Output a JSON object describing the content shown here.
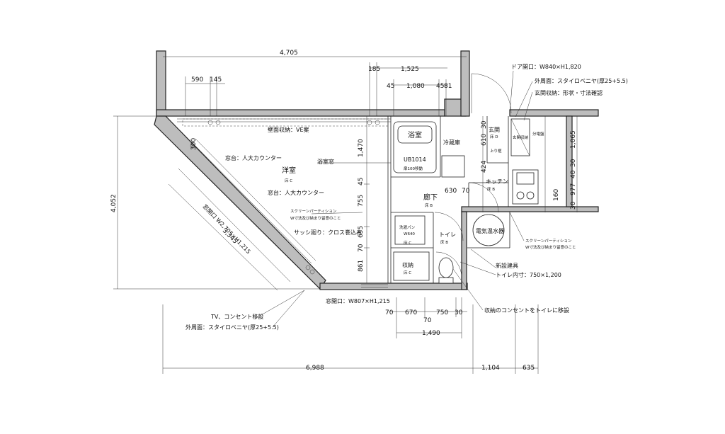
{
  "dimensions": {
    "top_total": "4,705",
    "top_590": "590",
    "top_145": "145",
    "top_185": "185",
    "top_1525": "1,525",
    "top_45a": "45",
    "top_1080": "1,080",
    "top_45b": "45",
    "top_81": "81",
    "left_total": "4,052",
    "bottom_total": "6,988",
    "bottom_1104": "1,104",
    "bottom_635": "635",
    "bottom_70a": "70",
    "bottom_670": "670",
    "bottom_750": "750",
    "bottom_30": "30",
    "bottom_70b": "70",
    "bottom_1490": "1,490",
    "v_1470": "1,470",
    "v_45": "45",
    "v_755": "755",
    "v_655": "655",
    "v_70": "70",
    "v_861": "861",
    "v_300": "300",
    "v_630": "630",
    "v_70b": "70",
    "v_610": "610",
    "v_30a": "30",
    "v_424": "424",
    "v_1065": "1,065",
    "v_30b": "30",
    "v_40": "40",
    "v_977": "977",
    "v_30c": "30",
    "v_160": "160",
    "diag_3345": "3,345",
    "window_diag": "窓開口 W2,705×H1,215"
  },
  "labels": {
    "door_opening": "ドア開口：W840×H1,820",
    "exterior_wall_top": "外周面：スタイロベニヤ(厚25+5.5)",
    "entrance_storage": "玄関収納：形状・寸法確認",
    "wall_storage": "壁面収納：VE案",
    "window_counter_1": "窓台：人大カウンター",
    "window_counter_2": "窓台：人大カウンター",
    "bath_window": "浴室窓",
    "screen_partition_1": "スクリーンパーティション",
    "screen_partition_1b": "W寸法及び納まり留意のこと",
    "sash_cloth": "サッシ廻り：クロス巻込み",
    "screen_partition_2": "スクリーンパーティション",
    "screen_partition_2b": "W寸法及び納まり留意のこと",
    "new_fixture": "新設建具",
    "toilet_inner": "トイレ内寸：750×1,200",
    "window_opening_bottom": "窓開口：W807×H1,215",
    "storage_outlet": "収納のコンセントをトイレに移設",
    "tv_outlet": "TV、コンセント移設",
    "exterior_wall_bottom": "外周面：スタイロベニヤ(厚25+5.5)",
    "ub": "UB1014",
    "ub_note": "扉100移動",
    "washer_pan": "洗濯パン",
    "washer_w": "W640",
    "water_heater": "電気温水器",
    "ac_unit": "分電盤",
    "upper_frame": "上り框"
  },
  "rooms": {
    "western": "洋室",
    "bath": "浴室",
    "fridge": "冷蔵庫",
    "entrance": "玄関",
    "kitchen": "キッチン",
    "hallway": "廊下",
    "toilet": "トイレ",
    "storage": "収納",
    "entrance_storage": "玄関収納"
  },
  "tags": {
    "western": "床 C",
    "hallway": "床 B",
    "kitchen": "床 B",
    "toilet": "床 B",
    "storage": "床 C",
    "washer": "床 C",
    "entrance": "床 D"
  }
}
